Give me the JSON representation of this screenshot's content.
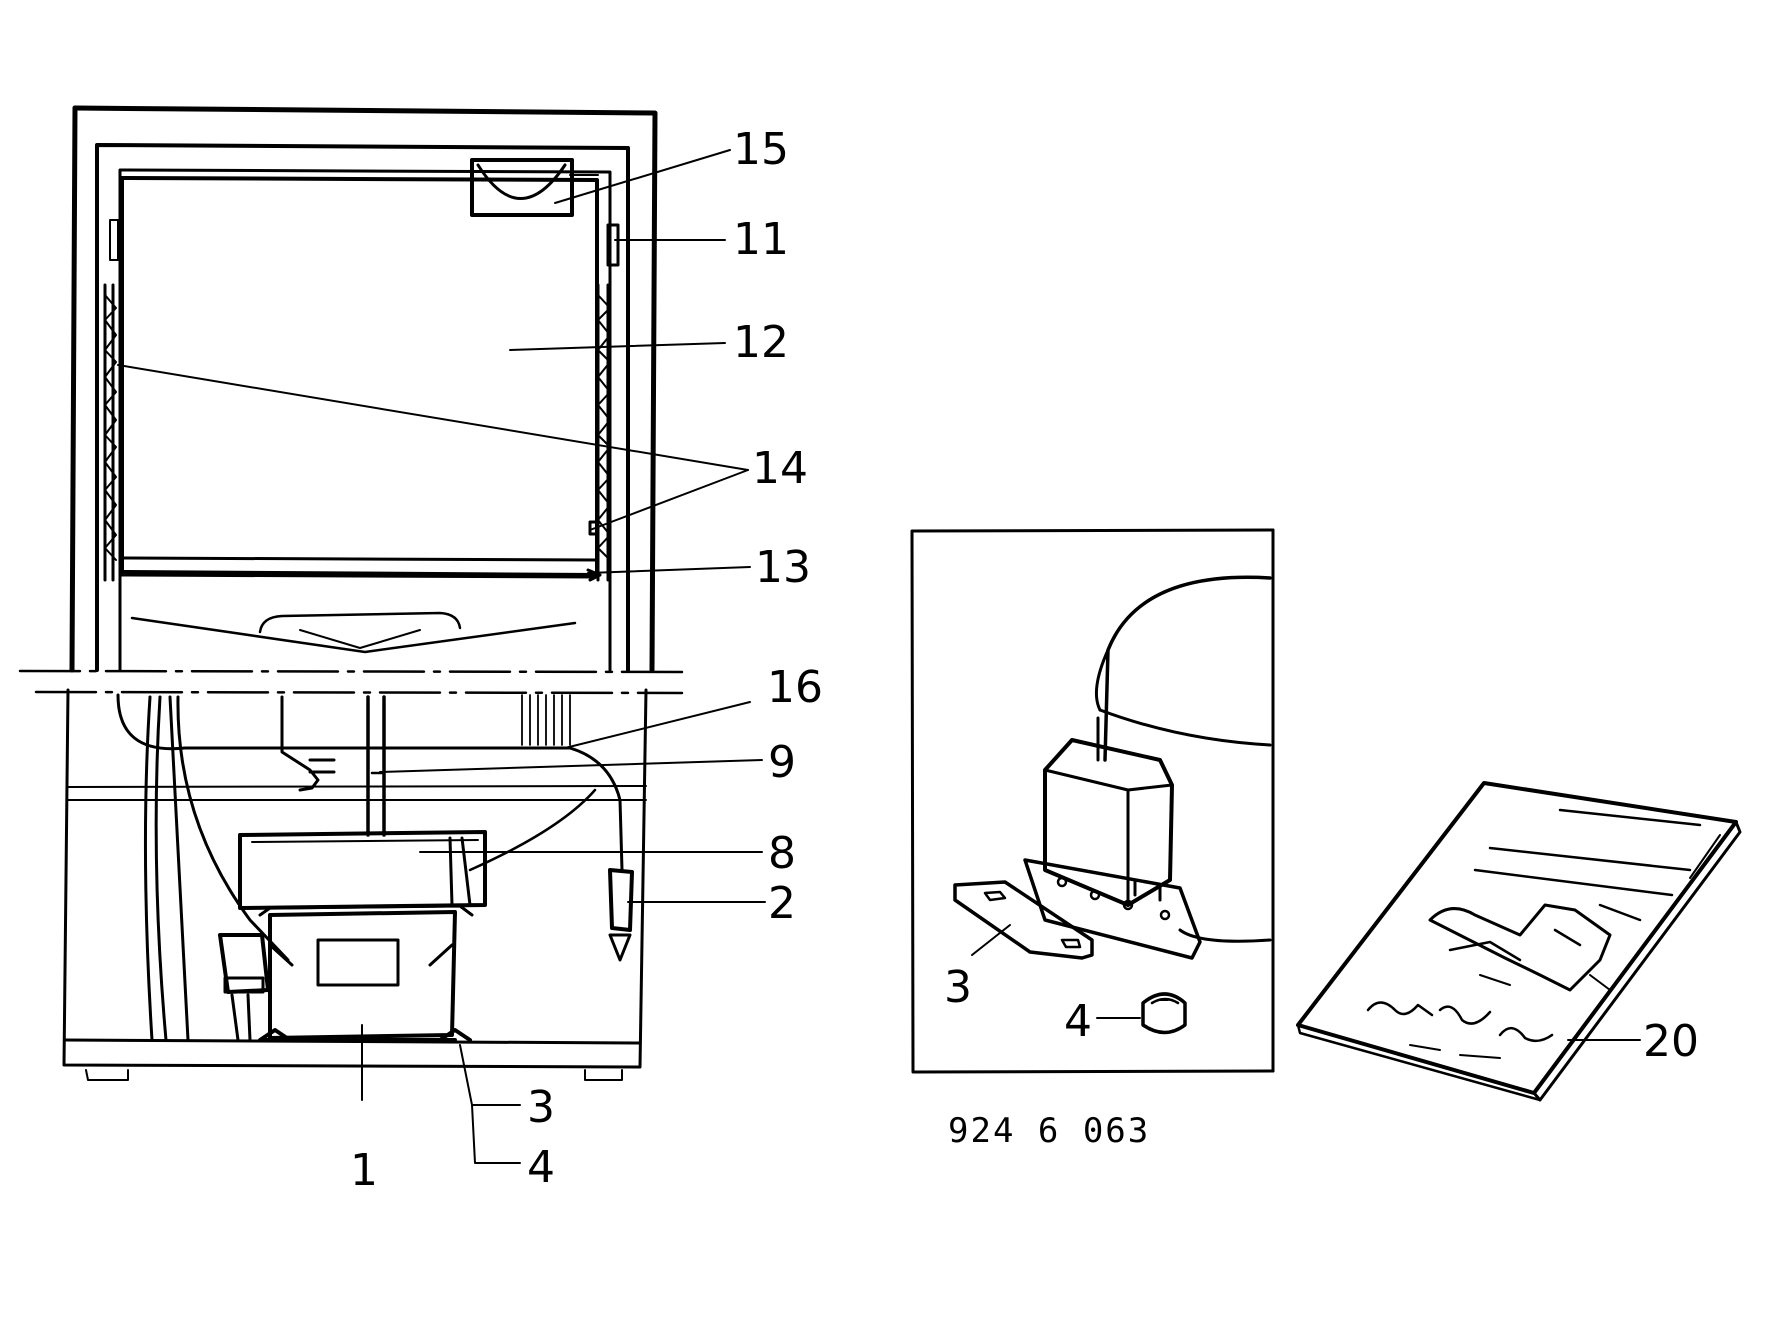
{
  "drawing_number": "924 6 063",
  "colors": {
    "ink": "#000000",
    "paper": "#ffffff"
  },
  "callouts": {
    "p1": "1",
    "p2": "2",
    "p3": "3",
    "p4": "4",
    "p8": "8",
    "p9": "9",
    "p11": "11",
    "p12": "12",
    "p13": "13",
    "p14": "14",
    "p15": "15",
    "p16": "16",
    "p20": "20"
  },
  "inset_callouts": {
    "p3": "3",
    "p4": "4"
  }
}
